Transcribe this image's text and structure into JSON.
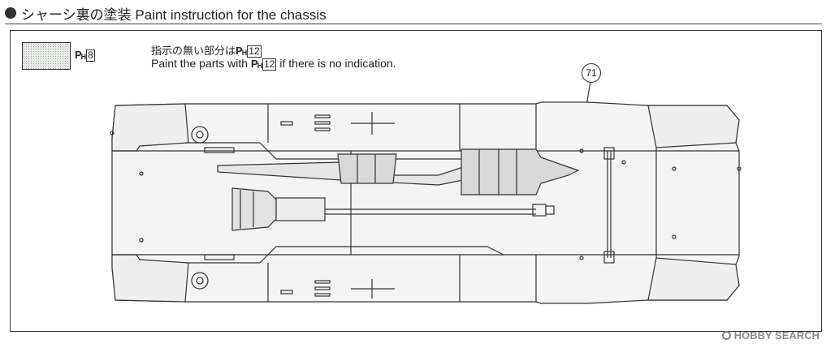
{
  "header": {
    "title": "シャーシ裏の塗装 Paint instruction for the chassis"
  },
  "legend": {
    "code_prefix": "P",
    "code_sub": "H",
    "code_number": "8"
  },
  "note": {
    "line1_text": "指示の無い部分は",
    "line1_code_prefix": "P",
    "line1_code_sub": "H",
    "line1_code_number": "12",
    "line2_before": "Paint the parts with ",
    "line2_code_prefix": "P",
    "line2_code_sub": "H",
    "line2_code_number": "12",
    "line2_after": " if there is no indication."
  },
  "callout": {
    "part_number": "71"
  },
  "watermark": {
    "text": "HOBBY SEARCH"
  },
  "colors": {
    "line": "#333333",
    "fill_panel": "#f2f2f2",
    "fill_exhaust": "#dcdcdc",
    "fill_dotted": "#e9ece9"
  }
}
